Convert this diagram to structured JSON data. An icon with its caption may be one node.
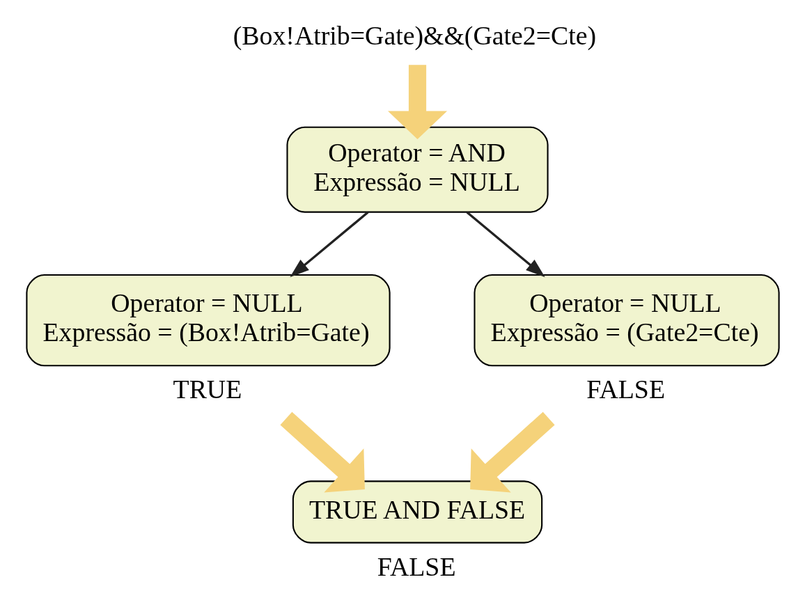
{
  "diagram": {
    "nodes": [
      {
        "text": [
          "(Box!Atrib=Gate)&&(Gate2=Cte)"
        ]
      },
      {
        "text": [
          "Operator = AND",
          "Expressão = NULL"
        ]
      },
      {
        "text": [
          "Operator = NULL",
          "Expressão = (Box!Atrib=Gate)"
        ],
        "beside": [
          "TRUE"
        ]
      },
      {
        "text": [
          "Operator = NULL",
          "Expressão = (Gate2=Cte)"
        ],
        "beside": [
          "FALSE"
        ]
      },
      {
        "text": [
          "TRUE AND FALSE"
        ],
        "beside": [
          "FALSE"
        ]
      }
    ],
    "edges": [
      {
        "from": 0,
        "to": 1,
        "arrow": "to"
      },
      {
        "from": 1,
        "to": 2,
        "arrow": "to",
        "color": "#222222"
      },
      {
        "from": 1,
        "to": 3,
        "arrow": "to",
        "color": "#222222"
      },
      {
        "from": 2,
        "to": 4,
        "arrow": "to"
      },
      {
        "from": 3,
        "to": 4,
        "arrow": "to"
      }
    ]
  }
}
